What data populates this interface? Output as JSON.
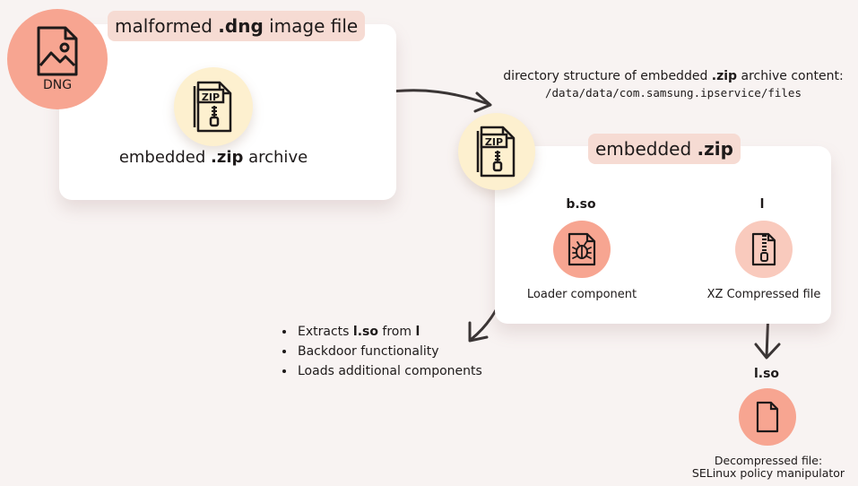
{
  "dng_badge": {
    "label": "DNG",
    "icon": "image-file-icon"
  },
  "malformed_card": {
    "title_prefix": "malformed ",
    "title_bold": ".dng",
    "title_suffix": " image file",
    "zip_label_prefix": "embedded ",
    "zip_label_bold": ".zip",
    "zip_label_suffix": " archive"
  },
  "directory": {
    "line1_prefix": "directory structure of embedded ",
    "line1_bold": ".zip",
    "line1_suffix": " archive content:",
    "path": "/data/data/com.samsung.ipservice/files"
  },
  "embedded_card": {
    "title_prefix": "embedded ",
    "title_bold": ".zip",
    "bso": {
      "name": "b.so",
      "caption": "Loader component",
      "icon": "bug-file-icon"
    },
    "l": {
      "name": "l",
      "caption": "XZ Compressed file",
      "icon": "zip-file-icon"
    }
  },
  "bullets": {
    "item1_prefix": "Extracts ",
    "item1_bold1": "l.so",
    "item1_mid": " from ",
    "item1_bold2": "l",
    "item2": "Backdoor functionality",
    "item3": "Loads additional components"
  },
  "lso": {
    "name": "l.so",
    "caption_line1": "Decompressed file:",
    "caption_line2": "SELinux policy manipulator",
    "icon": "document-icon"
  },
  "colors": {
    "background": "#f8f3f2",
    "pill": "#f6dbd3",
    "zip_circle": "#fdf0cf",
    "red_circle": "#f7a591",
    "pink_circle": "#f9cabd",
    "text": "#1e1a1a"
  }
}
